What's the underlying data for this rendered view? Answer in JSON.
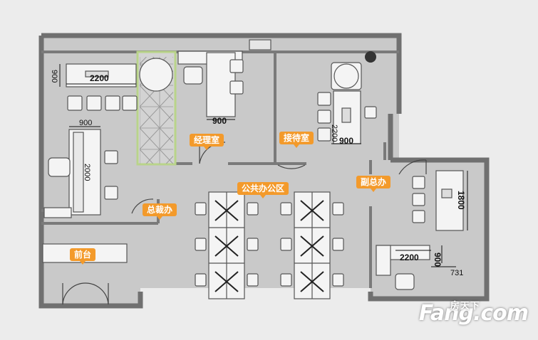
{
  "rooms": {
    "manager": "经理室",
    "reception": "接待室",
    "open_office": "公共办公区",
    "vice_gm": "副总办",
    "gm": "总裁办",
    "front_desk": "前台"
  },
  "dimensions": {
    "gm_desk_len": "2200",
    "gm_desk_depth": "900",
    "gm_side_width": "900",
    "gm_side_len": "2000",
    "manager_desk": "900",
    "reception_table_len": "2200",
    "reception_table_width": "900",
    "vice_cabinet_len": "1800",
    "vice_desk_len": "2200",
    "vice_desk_depth": "900",
    "vice_gap": "731"
  },
  "watermark": {
    "brand_cn": "房天下",
    "brand_en": "Fang.com"
  },
  "colors": {
    "floor": "#c9c9c9",
    "wall": "#6d6d6d",
    "furniture": "#f4f4f4",
    "accent": "#f39a2b",
    "glass": "#b9d48a"
  }
}
